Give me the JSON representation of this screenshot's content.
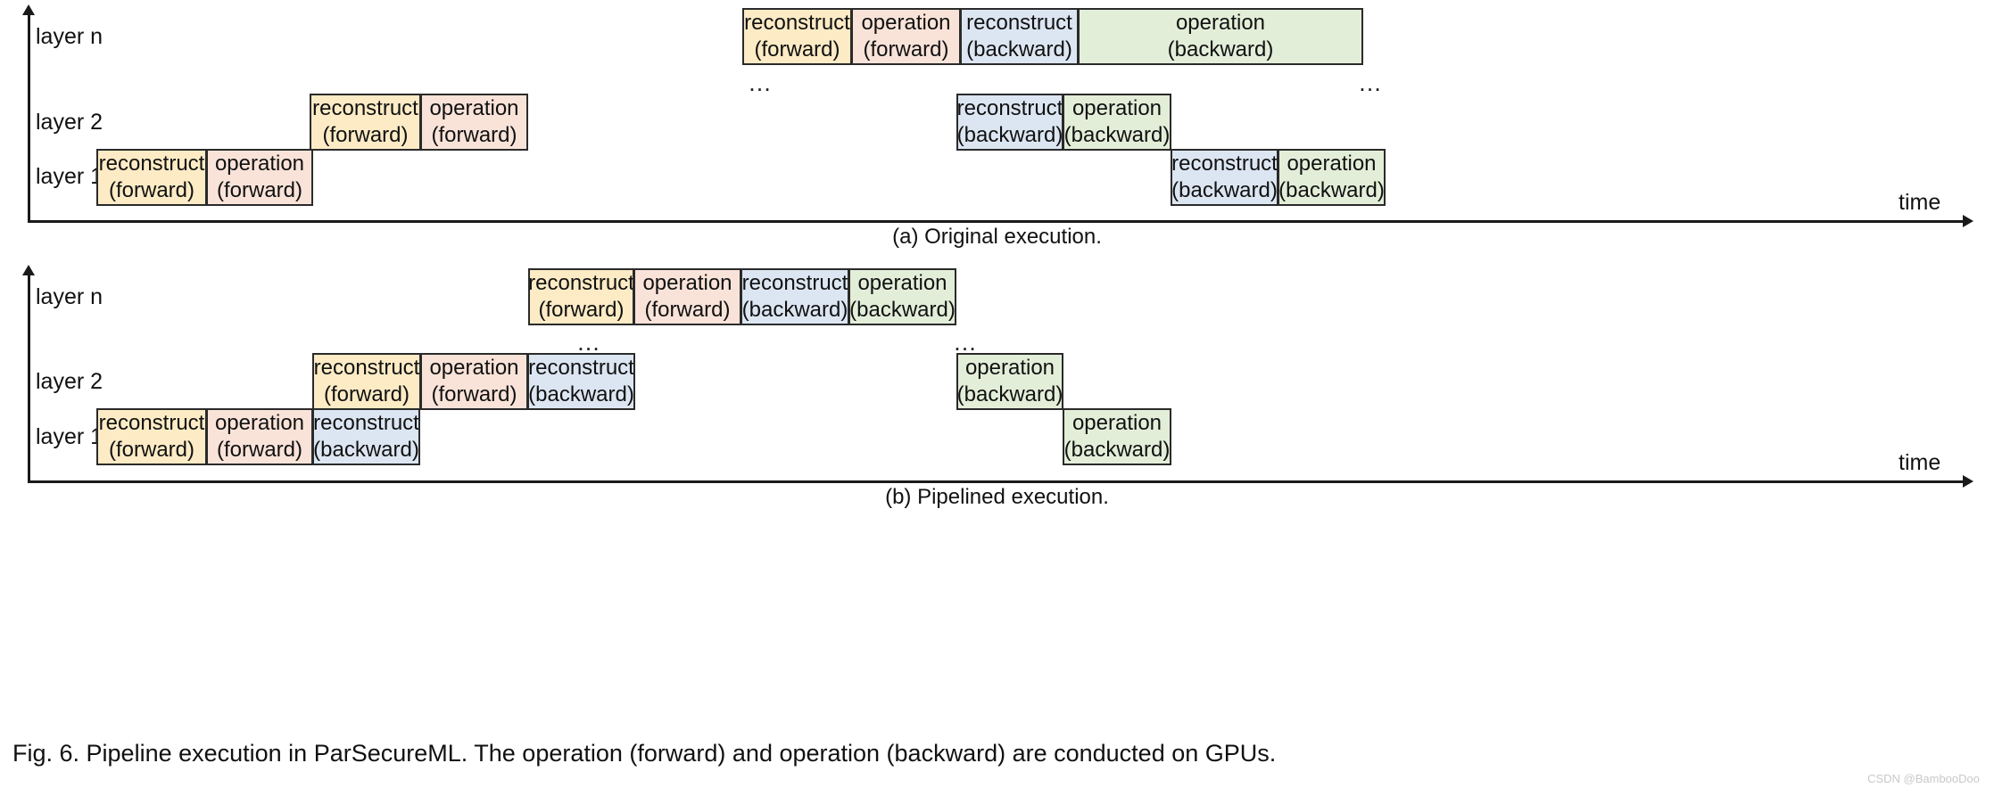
{
  "figure": {
    "caption": "Fig. 6. Pipeline execution in ParSecureML. The operation (forward) and operation (backward) are conducted on GPUs.",
    "watermark": "CSDN @BambooDoo",
    "ellipsis": "…"
  },
  "colors": {
    "reconstruct_forward": "#fcebc5",
    "operation_forward": "#f9e3d9",
    "reconstruct_backward": "#dce6f2",
    "operation_backward": "#e3eed9",
    "axis": "#1a1a1a",
    "border": "#2a2a2a"
  },
  "block_labels": {
    "reconstruct": "reconstruct",
    "operation": "operation",
    "forward": "(forward)",
    "backward": "(backward)"
  },
  "panel_a": {
    "id": "a",
    "subcaption": "(a) Original execution.",
    "axis_label_time": "time",
    "rows": [
      {
        "label": "layer n"
      },
      {
        "label": "layer 2"
      },
      {
        "label": "layer 1"
      }
    ],
    "blocks": [
      {
        "row": "layer n",
        "kind": "reconstruct-forward",
        "top": "reconstruct",
        "bottom": "(forward)"
      },
      {
        "row": "layer n",
        "kind": "operation-forward",
        "top": "operation",
        "bottom": "(forward)"
      },
      {
        "row": "layer n",
        "kind": "reconstruct-backward",
        "top": "reconstruct",
        "bottom": "(backward)"
      },
      {
        "row": "layer n",
        "kind": "operation-backward",
        "top": "operation",
        "bottom": "(backward)"
      },
      {
        "row": "layer 2",
        "kind": "reconstruct-forward",
        "top": "reconstruct",
        "bottom": "(forward)"
      },
      {
        "row": "layer 2",
        "kind": "operation-forward",
        "top": "operation",
        "bottom": "(forward)"
      },
      {
        "row": "layer 2",
        "kind": "reconstruct-backward",
        "top": "reconstruct",
        "bottom": "(backward)"
      },
      {
        "row": "layer 2",
        "kind": "operation-backward",
        "top": "operation",
        "bottom": "(backward)"
      },
      {
        "row": "layer 1",
        "kind": "reconstruct-forward",
        "top": "reconstruct",
        "bottom": "(forward)"
      },
      {
        "row": "layer 1",
        "kind": "operation-forward",
        "top": "operation",
        "bottom": "(forward)"
      },
      {
        "row": "layer 1",
        "kind": "reconstruct-backward",
        "top": "reconstruct",
        "bottom": "(backward)"
      },
      {
        "row": "layer 1",
        "kind": "operation-backward",
        "top": "operation",
        "bottom": "(backward)"
      }
    ]
  },
  "panel_b": {
    "id": "b",
    "subcaption": "(b) Pipelined execution.",
    "axis_label_time": "time",
    "rows": [
      {
        "label": "layer n"
      },
      {
        "label": "layer 2"
      },
      {
        "label": "layer 1"
      }
    ],
    "blocks": [
      {
        "row": "layer n",
        "kind": "reconstruct-forward",
        "top": "reconstruct",
        "bottom": "(forward)"
      },
      {
        "row": "layer n",
        "kind": "operation-forward",
        "top": "operation",
        "bottom": "(forward)"
      },
      {
        "row": "layer n",
        "kind": "reconstruct-backward",
        "top": "reconstruct",
        "bottom": "(backward)"
      },
      {
        "row": "layer n",
        "kind": "operation-backward",
        "top": "operation",
        "bottom": "(backward)"
      },
      {
        "row": "layer 2",
        "kind": "reconstruct-forward",
        "top": "reconstruct",
        "bottom": "(forward)"
      },
      {
        "row": "layer 2",
        "kind": "operation-forward",
        "top": "operation",
        "bottom": "(forward)"
      },
      {
        "row": "layer 2",
        "kind": "reconstruct-backward",
        "top": "reconstruct",
        "bottom": "(backward)"
      },
      {
        "row": "layer 2",
        "kind": "operation-backward",
        "top": "operation",
        "bottom": "(backward)"
      },
      {
        "row": "layer 1",
        "kind": "reconstruct-forward",
        "top": "reconstruct",
        "bottom": "(forward)"
      },
      {
        "row": "layer 1",
        "kind": "operation-forward",
        "top": "operation",
        "bottom": "(forward)"
      },
      {
        "row": "layer 1",
        "kind": "reconstruct-backward",
        "top": "reconstruct",
        "bottom": "(backward)"
      },
      {
        "row": "layer 1",
        "kind": "operation-backward",
        "top": "operation",
        "bottom": "(backward)"
      }
    ]
  }
}
